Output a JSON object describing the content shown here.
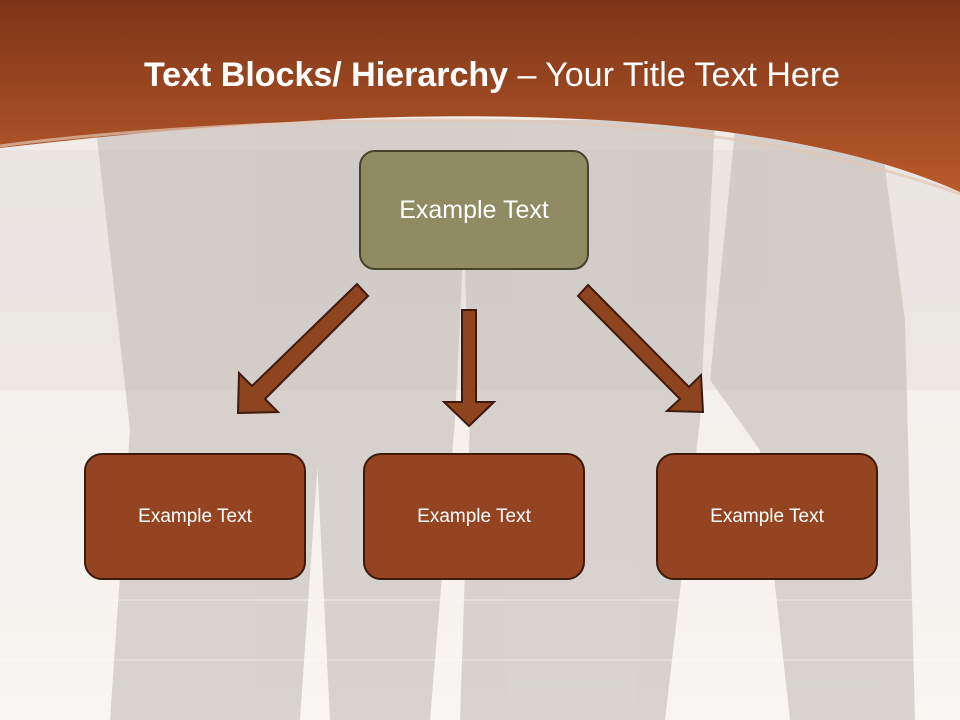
{
  "slide": {
    "title_bold": "Text Blocks/ Hierarchy",
    "title_rest": " – Your Title Text Here",
    "colors": {
      "header": "#a84d25",
      "top_box": "#8f8c64",
      "child_box": "#944421",
      "arrow_fill": "#8f4420"
    }
  },
  "hierarchy": {
    "root": {
      "label": "Example Text"
    },
    "children": [
      {
        "label": "Example Text"
      },
      {
        "label": "Example Text"
      },
      {
        "label": "Example Text"
      }
    ]
  }
}
